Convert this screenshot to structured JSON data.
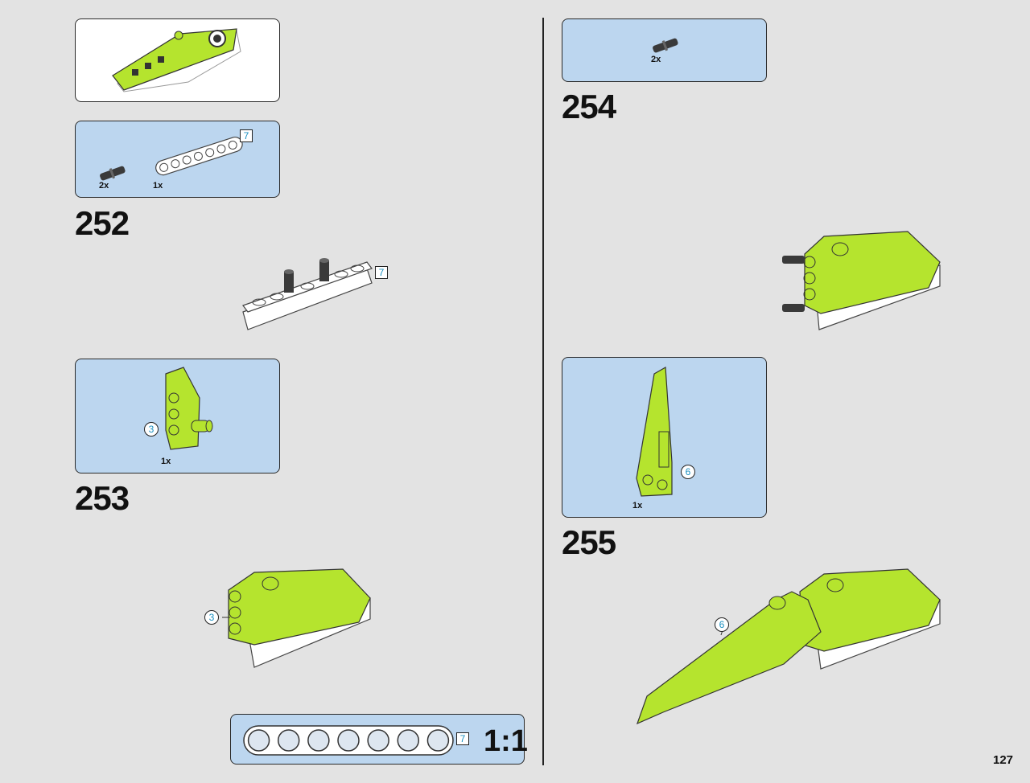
{
  "page": {
    "number": "127"
  },
  "colors": {
    "panel_blue": "#bcd6ef",
    "lime": "#b5e42e",
    "callout_text": "#1a8fc0",
    "white_beam": "#ffffff",
    "pin_dark": "#3a3a3a"
  },
  "preview": {
    "icon": "assembled-wing-preview"
  },
  "steps": [
    {
      "number": "252",
      "parts": [
        {
          "icon": "black-friction-pin",
          "qty": "2x"
        },
        {
          "icon": "white-liftarm-7",
          "qty": "1x",
          "length": "7"
        }
      ],
      "assembly": {
        "icon": "liftarm-with-pins",
        "length": "7"
      }
    },
    {
      "number": "253",
      "parts": [
        {
          "icon": "lime-panel-assembly",
          "qty": "1x",
          "callout": "3"
        }
      ],
      "assembly": {
        "icon": "wing-section-assembly",
        "callout": "3"
      }
    },
    {
      "number": "254",
      "parts": [
        {
          "icon": "black-friction-pin",
          "qty": "2x"
        }
      ],
      "assembly": {
        "icon": "wing-section-with-pins"
      }
    },
    {
      "number": "255",
      "parts": [
        {
          "icon": "lime-long-panel-assembly",
          "qty": "1x",
          "callout": "6"
        }
      ],
      "assembly": {
        "icon": "extended-wing-assembly",
        "callout": "6"
      }
    }
  ],
  "scale_ruler": {
    "length": "7",
    "label": "1:1",
    "holes": 7
  }
}
